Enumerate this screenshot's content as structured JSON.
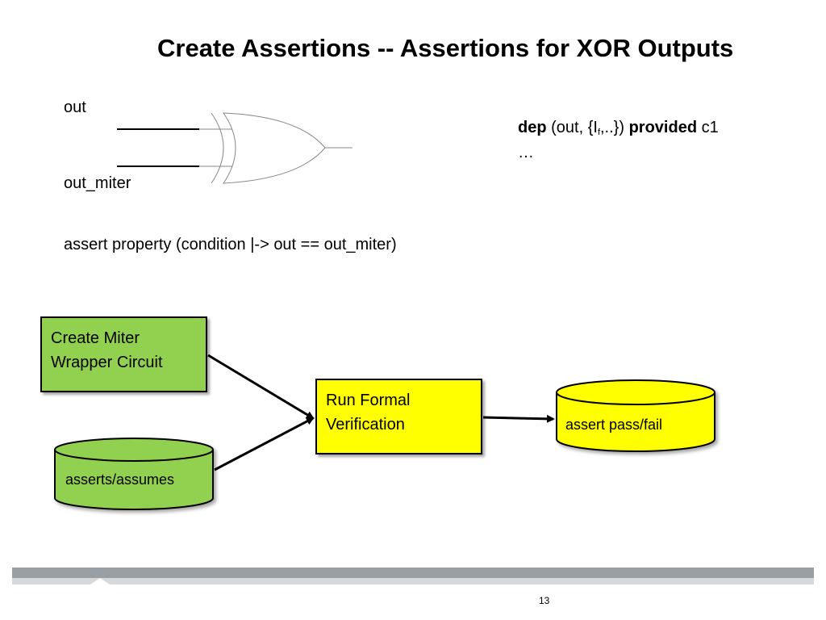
{
  "title": "Create Assertions -- Assertions for XOR Outputs",
  "gate": {
    "input1_label": "out",
    "input2_label": "out_miter"
  },
  "assertion": "assert property (condition |-> out == out_miter)",
  "dep": {
    "keyword": "dep",
    "args_before_sub": "(out, {I",
    "subscript": "f",
    "args_after_sub": ",..})",
    "provided_keyword": "provided",
    "condition": "c1",
    "ellipsis": "…"
  },
  "flow": {
    "miter_box": [
      "Create Miter",
      "Wrapper Circuit"
    ],
    "asserts_cylinder": "asserts/assumes",
    "formal_box": [
      "Run Formal",
      "Verification"
    ],
    "result_cylinder": "assert pass/fail"
  },
  "colors": {
    "green": "#92d050",
    "yellow": "#ffff00",
    "footer_dark": "#9a9fa4",
    "footer_light": "#d6d9dc"
  },
  "page_number": "13"
}
